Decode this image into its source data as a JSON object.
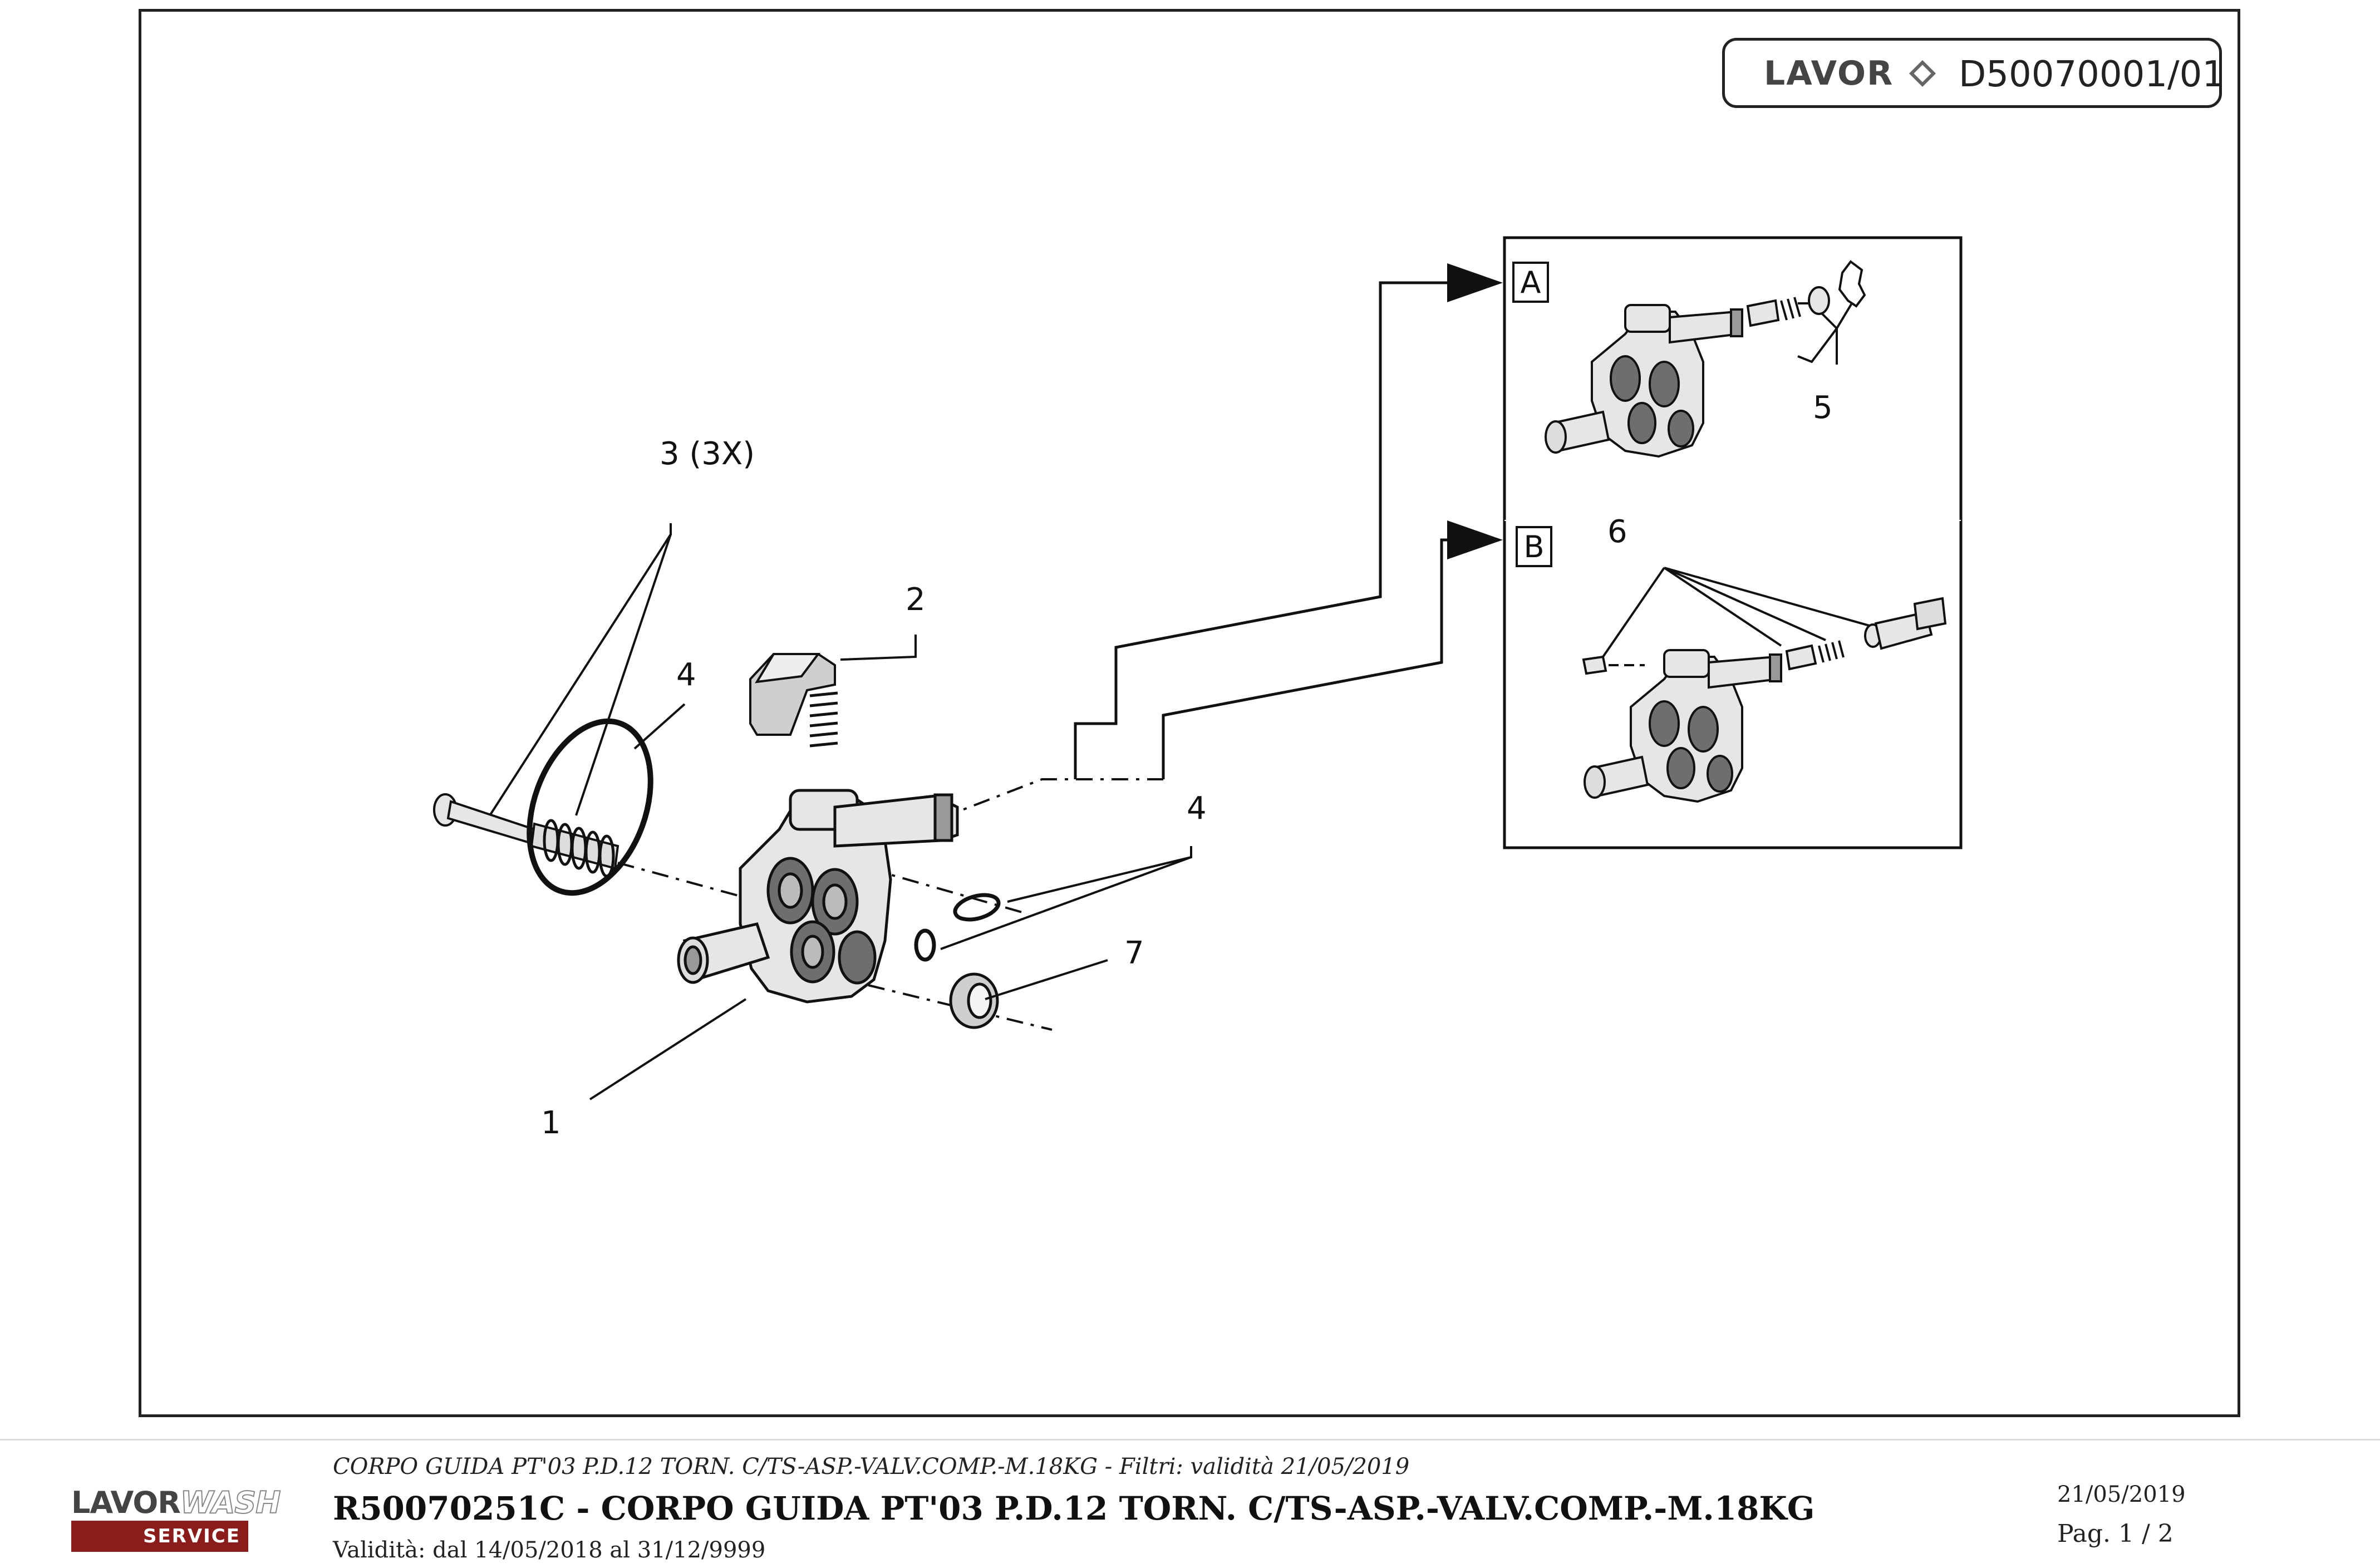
{
  "drawing": {
    "brand": "LAVOR",
    "code": "D50070001/01"
  },
  "callouts": {
    "c1": "1",
    "c2": "2",
    "c3": "3 (3X)",
    "c4a": "4",
    "c4b": "4",
    "c5": "5",
    "c6": "6",
    "c7": "7"
  },
  "views": {
    "a": "A",
    "b": "B"
  },
  "footer": {
    "logo_word1": "LAVOR",
    "logo_word2": "WASH",
    "logo_service": "SERVICE",
    "subtitle": "CORPO GUIDA PT'03 P.D.12 TORN. C/TS-ASP.-VALV.COMP.-M.18KG - Filtri: validità 21/05/2019",
    "title": "R50070251C - CORPO GUIDA PT'03 P.D.12 TORN. C/TS-ASP.-VALV.COMP.-M.18KG",
    "validity": "Validità: dal 14/05/2018 al 31/12/9999",
    "date": "21/05/2019",
    "page": "Pag. 1 / 2"
  },
  "colors": {
    "line": "#111111",
    "part_fill": "#e6e6e6",
    "part_shadow": "#6e6e6e",
    "logo_red": "#8a1c1c"
  },
  "icons": {
    "brand_mark": "diamond-arrow-icon"
  }
}
